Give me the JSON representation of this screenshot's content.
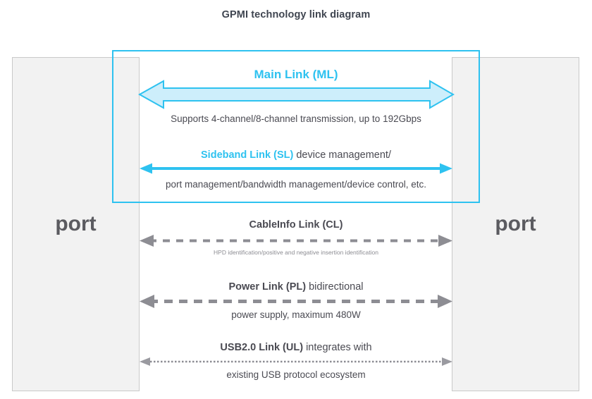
{
  "title": "GPMI technology link diagram",
  "ports": {
    "left_label": "port",
    "right_label": "port"
  },
  "colors": {
    "accent_cyan": "#2ec2f0",
    "arrow_fill_light": "#cdeefb",
    "gray_line": "#8d8d93",
    "port_fill": "#f2f2f2",
    "port_border": "#c9c9c9",
    "text_dark": "#4a4a52"
  },
  "links": [
    {
      "id": "ml",
      "name": "Main Link (ML)",
      "title": "Main Link (ML)",
      "caption": "Supports 4-channel/8-channel transmission, up to 192Gbps",
      "arrow_style": "solid-block-bidirectional",
      "arrow_color": "#2ec2f0"
    },
    {
      "id": "sl",
      "name": "Sideband Link (SL)",
      "accent_part": "Sideband Link (SL)",
      "rest_part": " device management/",
      "caption": "port management/bandwidth management/device control, etc.",
      "arrow_style": "solid-thin-bidirectional",
      "arrow_color": "#2ec2f0"
    },
    {
      "id": "cl",
      "name": "CableInfo Link (CL)",
      "strong_part": "CableInfo Link (CL)",
      "rest_part": "",
      "caption": "HPD identification/positive and negative insertion identification",
      "arrow_style": "dashed-bidirectional",
      "arrow_color": "#8d8d93"
    },
    {
      "id": "pl",
      "name": "Power Link (PL)",
      "strong_part": "Power Link (PL)",
      "rest_part": " bidirectional",
      "caption": "power supply, maximum 480W",
      "arrow_style": "dashed-bidirectional",
      "arrow_color": "#8d8d93"
    },
    {
      "id": "ul",
      "name": "USB2.0 Link (UL)",
      "strong_part": "USB2.0 Link (UL)",
      "rest_part": " integrates with",
      "caption": "existing USB protocol ecosystem",
      "arrow_style": "dotted-bidirectional",
      "arrow_color": "#8d8d93"
    }
  ]
}
